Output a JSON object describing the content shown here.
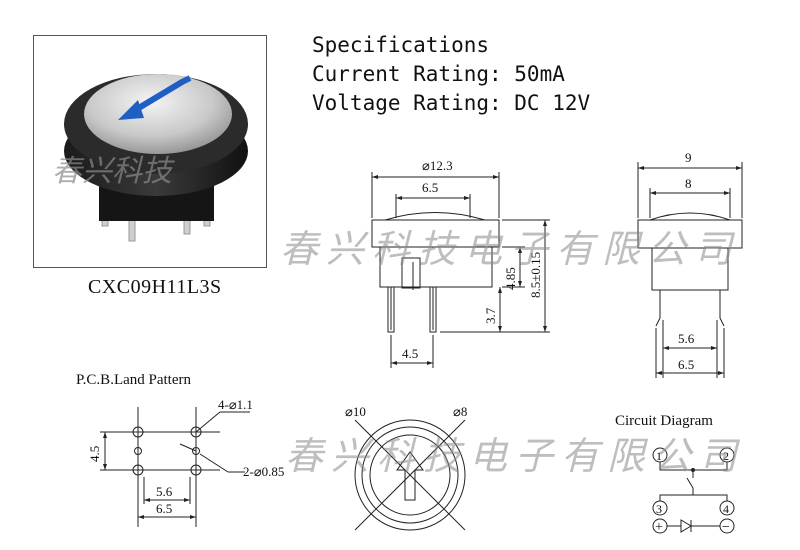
{
  "specs": {
    "title": "Specifications",
    "current": "Current Rating: 50mA",
    "voltage": "Voltage Rating: DC 12V"
  },
  "product": {
    "model": "CXC09H11L3S",
    "watermark": "春兴科技"
  },
  "watermark_line": "春兴科技电子有限公司",
  "front_view": {
    "dia_top": "⌀12.3",
    "width_inner": "6.5",
    "h_body": "4.85",
    "h_total": "8.5±0.15",
    "h_pin": "3.7",
    "pin_pitch": "4.5"
  },
  "side_view": {
    "w_outer": "9",
    "w_inner": "8",
    "pin_inner": "5.6",
    "pin_outer": "6.5"
  },
  "pcb": {
    "title": "P.C.B.Land Pattern",
    "hole_large": "4-⌀1.1",
    "hole_small": "2-⌀0.85",
    "vertical": "4.5",
    "inner_w": "5.6",
    "outer_w": "6.5"
  },
  "top_view": {
    "outer": "⌀10",
    "inner": "⌀8"
  },
  "circuit": {
    "title": "Circuit Diagram",
    "p1": "1",
    "p2": "2",
    "p3": "3",
    "p4": "4",
    "plus": "+",
    "minus": "−"
  },
  "colors": {
    "arrow": "#1f5fc4",
    "line": "#222222",
    "watermark": "#8a8a8a"
  }
}
